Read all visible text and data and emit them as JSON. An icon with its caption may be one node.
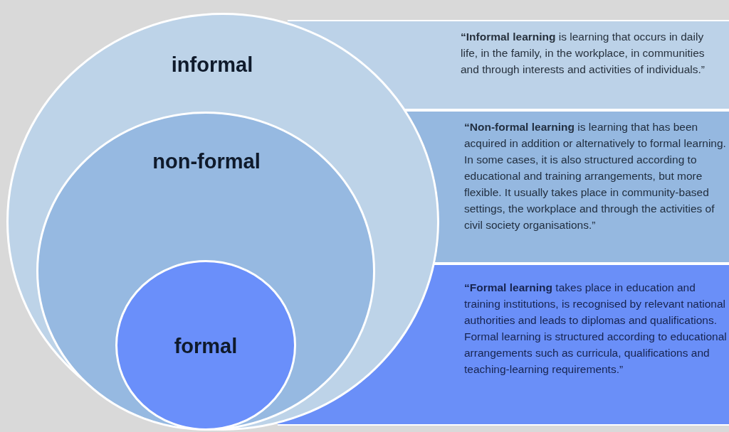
{
  "diagram": {
    "nodes": [
      {
        "text": [
          "informal"
        ]
      },
      {
        "text": [
          "non-formal"
        ],
        "in": 0
      },
      {
        "text": [
          "formal"
        ],
        "in": 1
      },
      {
        "text": [
          "**“Informal learning** is learning that occurs in daily life, in the family, in the workplace, in communities and through interests and activities of individuals.”"
        ]
      },
      {
        "text": [
          "**“Non-formal learning** is learning that has been acquired in addition or alternatively to formal learning. In some cases, it is also structured according to educational and training arrangements, but more flexible. It usually takes place in community-based settings, the workplace and through the activities of civil society organisations.”"
        ]
      },
      {
        "text": [
          "**“Formal learning** takes place in education and training institutions, is recognised by relevant national authorities and leads to diplomas and qualifications. Formal learning is structured according to educational arrangements such as curricula, qualifications and teaching-learning requirements.”"
        ]
      }
    ]
  }
}
